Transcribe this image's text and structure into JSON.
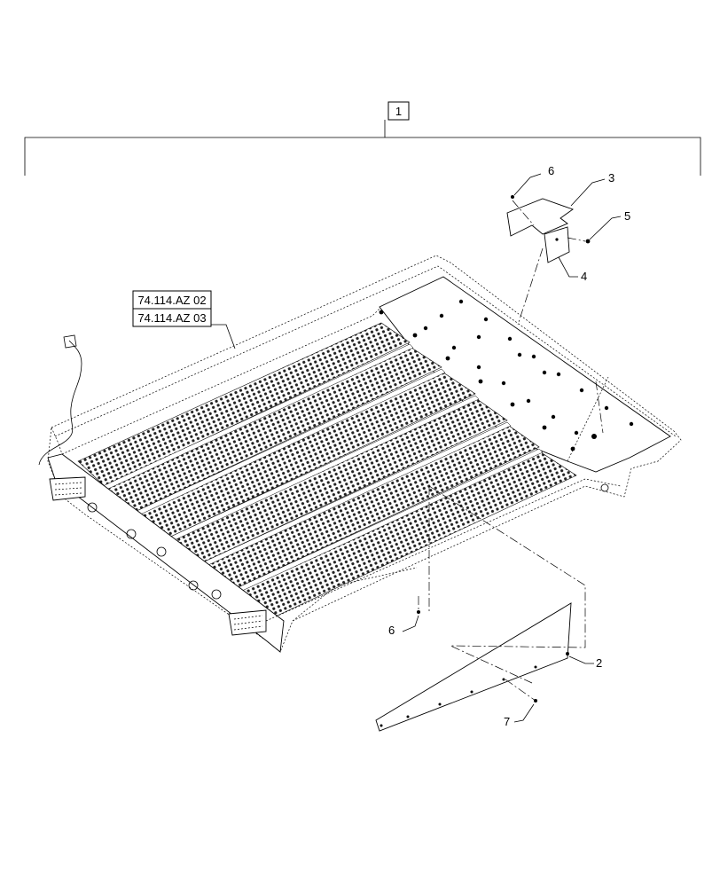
{
  "assembly_callout": "1",
  "reference_labels": [
    "74.114.AZ 02",
    "74.114.AZ 03"
  ],
  "callouts": {
    "c2": "2",
    "c3": "3",
    "c4": "4",
    "c5": "5",
    "c6_top": "6",
    "c6_bottom": "6",
    "c7": "7"
  }
}
